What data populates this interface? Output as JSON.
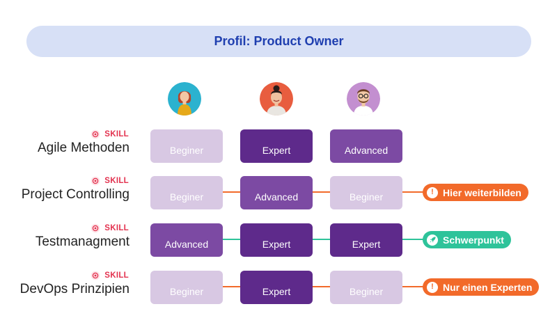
{
  "header": {
    "title": "Profil: Product Owner"
  },
  "colors": {
    "beginner": "#d8c8e3",
    "advanced": "#7c4aa3",
    "expert": "#5e2a8b",
    "warning": "#f26a2a",
    "focus": "#2ec39a",
    "header_bg": "#d7e0f6",
    "header_text": "#1f3fb0",
    "skill_tag": "#e3324f"
  },
  "people": [
    {
      "avatar": "person-1-avatar",
      "bg": "#2bb2cf"
    },
    {
      "avatar": "person-2-avatar",
      "bg": "#e85d3f"
    },
    {
      "avatar": "person-3-avatar",
      "bg": "#c38fd0"
    }
  ],
  "rows": [
    {
      "tag": "SKILL",
      "name": "Agile Methoden",
      "levels": [
        "Beginer",
        "Expert",
        "Advanced"
      ],
      "connector": null,
      "note": null
    },
    {
      "tag": "SKILL",
      "name": "Project Controlling",
      "levels": [
        "Beginer",
        "Advanced",
        "Beginer"
      ],
      "connector": "warning",
      "note": {
        "type": "warning",
        "icon": "!",
        "text": "Hier weiterbilden"
      }
    },
    {
      "tag": "SKILL",
      "name": "Testmanagment",
      "levels": [
        "Advanced",
        "Expert",
        "Expert"
      ],
      "connector": "focus",
      "note": {
        "type": "focus",
        "icon": "rocket-icon",
        "text": "Schwerpunkt"
      }
    },
    {
      "tag": "SKILL",
      "name": "DevOps Prinzipien",
      "levels": [
        "Beginer",
        "Expert",
        "Beginer"
      ],
      "connector": "warning",
      "note": {
        "type": "warning",
        "icon": "!",
        "text": "Nur einen Experten"
      }
    }
  ]
}
